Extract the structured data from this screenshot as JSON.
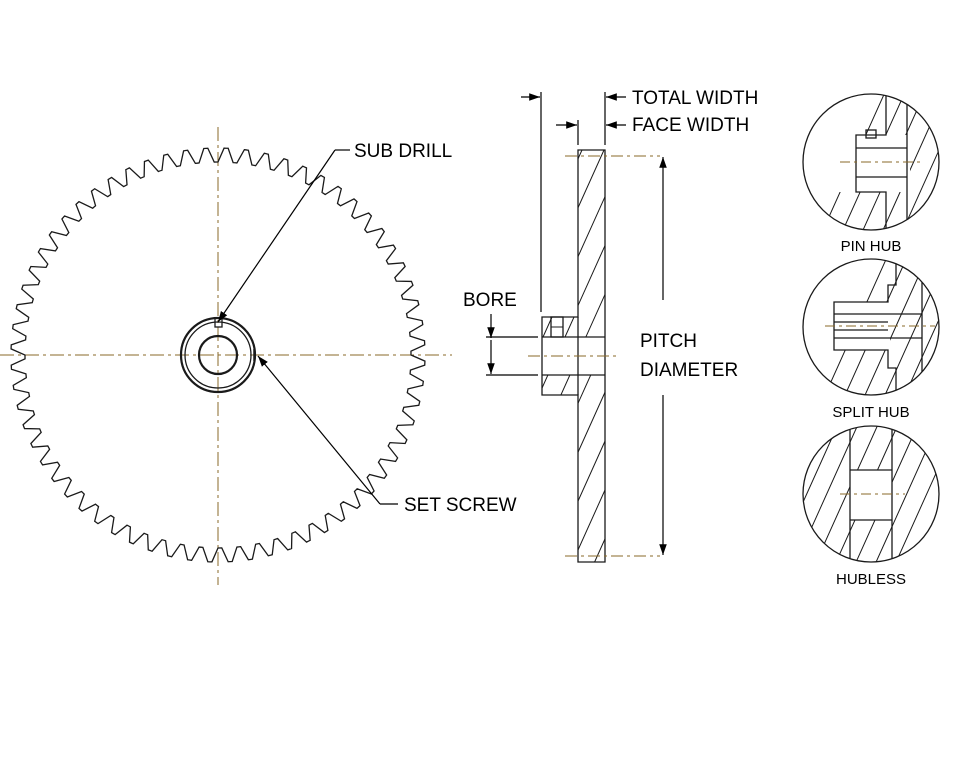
{
  "colors": {
    "line": "#1a1a1a",
    "centerline": "#8a6a2a",
    "background": "#ffffff"
  },
  "labels": {
    "sub_drill": "SUB DRILL",
    "set_screw": "SET SCREW",
    "total_width": "TOTAL WIDTH",
    "face_width": "FACE WIDTH",
    "bore": "BORE",
    "pitch": "PITCH",
    "diameter": "DIAMETER",
    "pin_hub": "PIN HUB",
    "split_hub": "SPLIT HUB",
    "hubless": "HUBLESS"
  }
}
